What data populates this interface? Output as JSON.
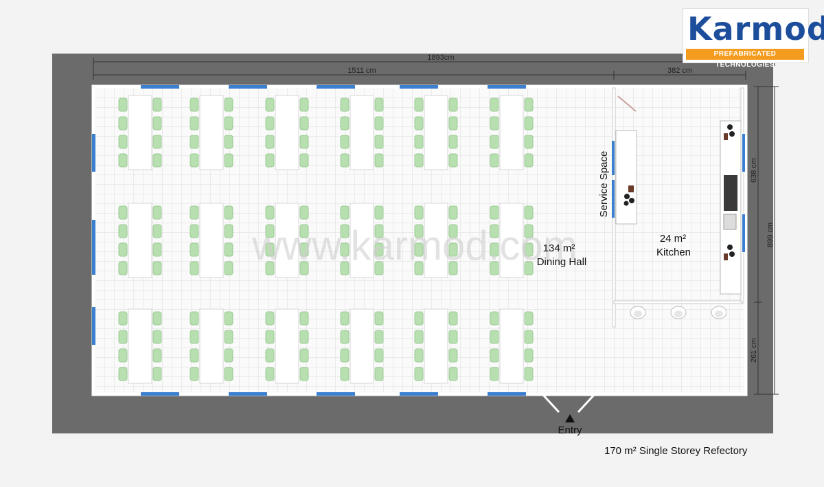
{
  "brand": {
    "name": "Karmod",
    "tagline": "PREFABRICATED TECHNOLOGIES",
    "colors": {
      "primary": "#1d4e9c",
      "accent": "#f39c1f"
    }
  },
  "watermark": "www.karmod.com",
  "dimensions": {
    "overall_length": "1893cm",
    "dining_length": "1511 cm",
    "kitchen_length": "382 cm",
    "overall_width": "899 cm",
    "kitchen_width": "638 cm",
    "lower_width": "261 cm"
  },
  "rooms": {
    "dining_area": "134 m²",
    "dining_name": "Dining Hall",
    "kitchen_area": "24  m²",
    "kitchen_name": "Kitchen",
    "service": "Service Space"
  },
  "entry": "Entry",
  "caption": "170 m² Single Storey Refectory",
  "layout_counts": {
    "table_rows": 3,
    "tables_per_row": 6,
    "chairs_per_side": 4
  },
  "colors": {
    "wall": "#6b6b6b",
    "chair": "#b7dfb0",
    "window": "#3a7fd0",
    "floor": "#fafafa"
  }
}
